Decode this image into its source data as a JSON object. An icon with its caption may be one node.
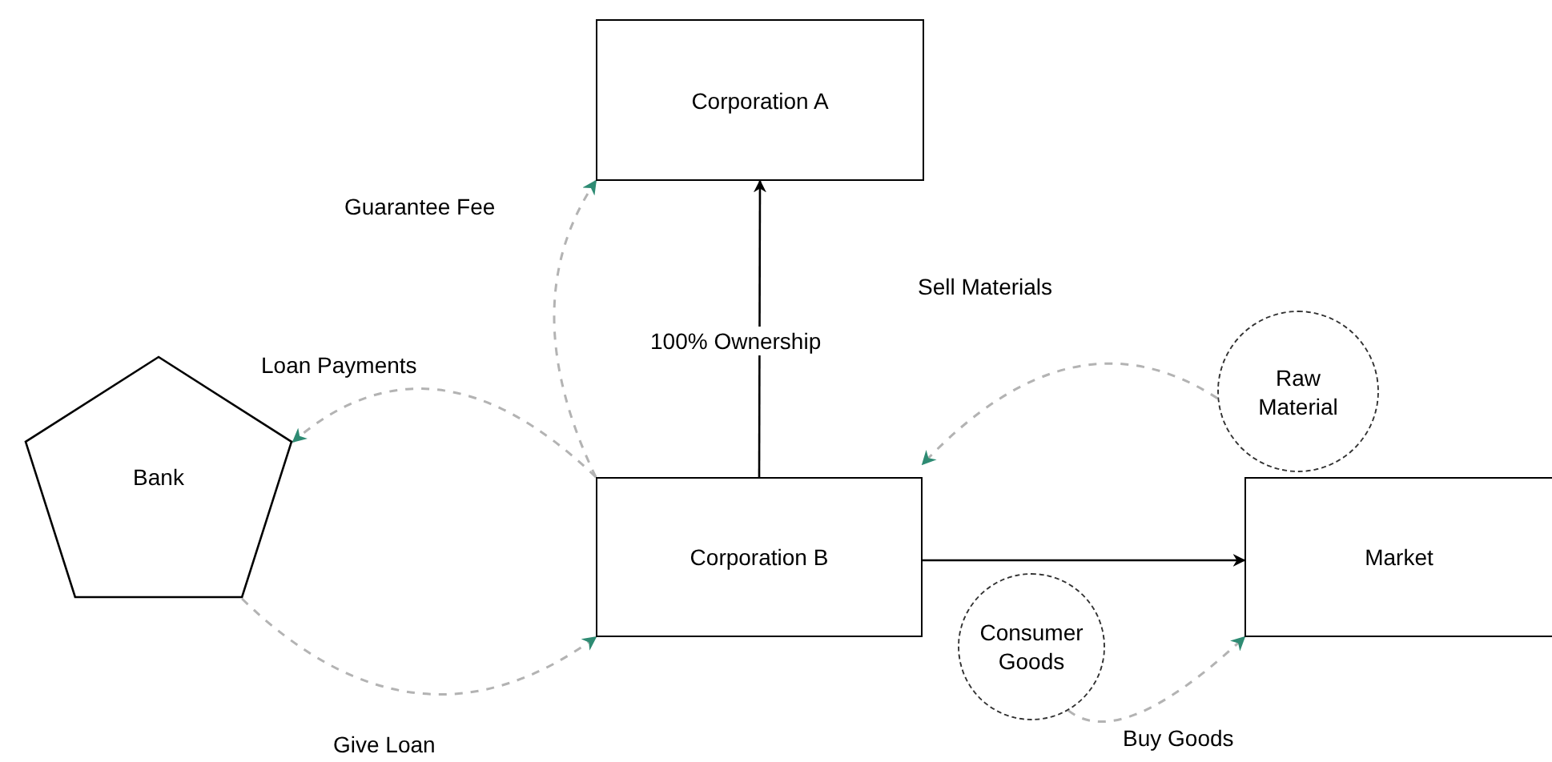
{
  "diagram": {
    "nodes": [
      {
        "text": [
          "Corporation A"
        ]
      },
      {
        "text": [
          "Bank"
        ]
      },
      {
        "text": [
          "Corporation B"
        ]
      },
      {
        "text": [
          "Raw Material"
        ]
      },
      {
        "text": [
          "Market"
        ]
      },
      {
        "text": [
          "Consumer Goods"
        ]
      }
    ],
    "edges": [
      {
        "from": 2,
        "to": 0,
        "arrow": "to",
        "label": "100% Ownership",
        "color": "#000000"
      },
      {
        "from": 2,
        "to": 4,
        "arrow": "to",
        "color": "#000000"
      },
      {
        "from": 2,
        "to": 0,
        "arrow": "to",
        "label": "Guarantee Fee",
        "style": "dashed",
        "color": "#b3b3b3"
      },
      {
        "from": 2,
        "to": 1,
        "arrow": "to",
        "label": "Loan Payments",
        "style": "dashed",
        "color": "#b3b3b3"
      },
      {
        "from": 1,
        "to": 2,
        "arrow": "to",
        "label": "Give Loan",
        "style": "dashed",
        "color": "#b3b3b3"
      },
      {
        "from": 3,
        "to": 2,
        "arrow": "to",
        "label": "Sell Materials",
        "style": "dashed",
        "color": "#b3b3b3"
      },
      {
        "from": 5,
        "to": 4,
        "arrow": "to",
        "label": "Buy Goods",
        "style": "dashed",
        "color": "#b3b3b3"
      }
    ]
  }
}
